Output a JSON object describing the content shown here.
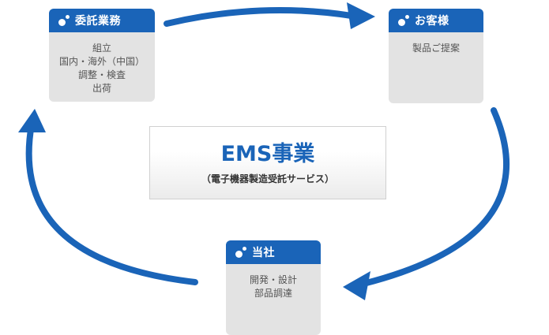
{
  "colors": {
    "accent_blue": "#1a64b8",
    "box_bg": "#e3e3e3",
    "body_text": "#555555"
  },
  "nodes": {
    "outsourcing": {
      "title": "委託業務",
      "lines": [
        "組立",
        "国内・海外（中国）",
        "調整・検査",
        "出荷"
      ]
    },
    "customer": {
      "title": "お客様",
      "lines": [
        "製品ご提案"
      ]
    },
    "company": {
      "title": "当社",
      "lines": [
        "開発・設計",
        "部品調達"
      ]
    }
  },
  "center": {
    "title": "EMS事業",
    "subtitle": "（電子機器製造受託サービス）"
  },
  "flow": [
    "outsourcing",
    "customer",
    "company",
    "outsourcing"
  ],
  "icons": [
    "dot-bullet-icon",
    "curved-arrow-icon"
  ]
}
